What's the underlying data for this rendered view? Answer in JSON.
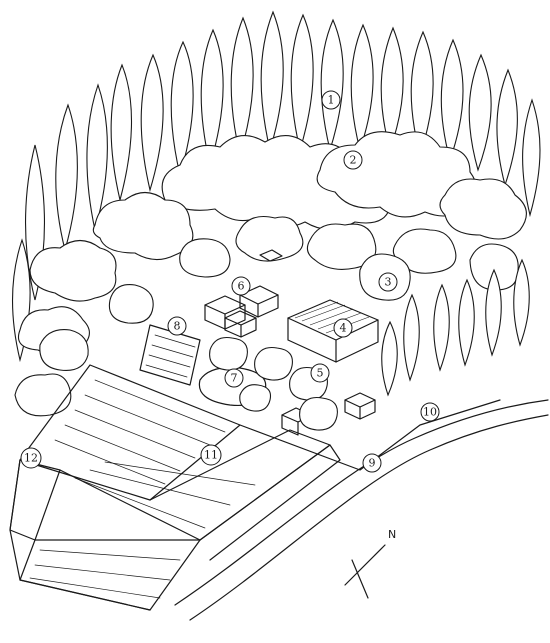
{
  "map": {
    "style": "hand-drawn ink sketch, isometric site plan",
    "ink_color": "#1a1a1a",
    "paper_color": "#ffffff"
  },
  "markers": [
    {
      "id": "m1",
      "label": "1"
    },
    {
      "id": "m2",
      "label": "2"
    },
    {
      "id": "m3",
      "label": "3"
    },
    {
      "id": "m4",
      "label": "4"
    },
    {
      "id": "m5",
      "label": "5"
    },
    {
      "id": "m6",
      "label": "6"
    },
    {
      "id": "m7",
      "label": "7"
    },
    {
      "id": "m8",
      "label": "8"
    },
    {
      "id": "m9",
      "label": "9"
    },
    {
      "id": "m10",
      "label": "10"
    },
    {
      "id": "m11",
      "label": "11"
    },
    {
      "id": "m12",
      "label": "12"
    }
  ],
  "compass": {
    "north_label": "N",
    "icon": "north-arrow-icon"
  }
}
